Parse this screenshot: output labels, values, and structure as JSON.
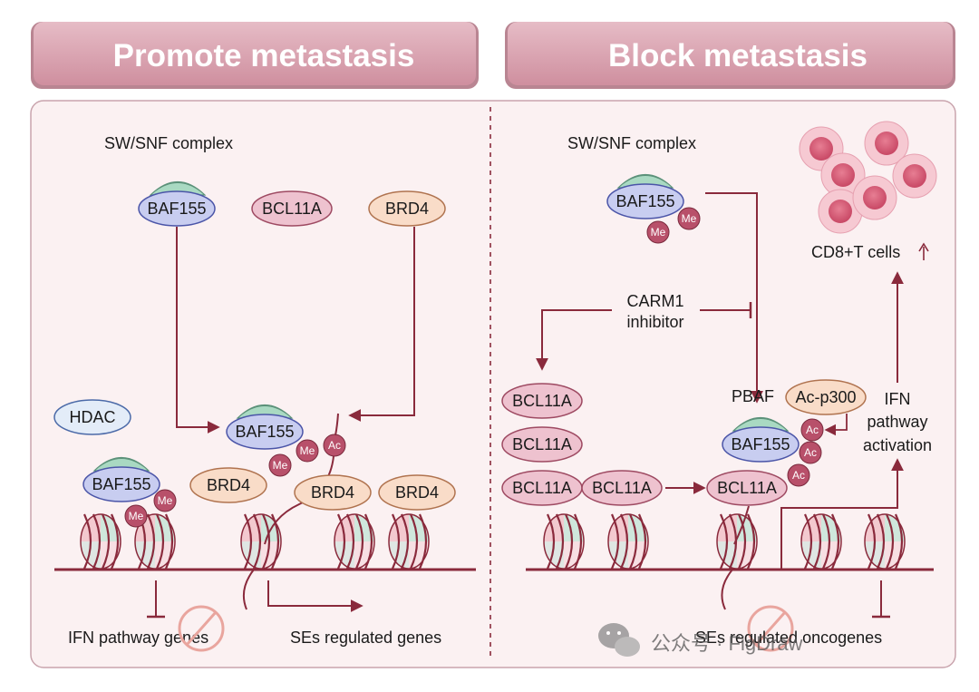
{
  "header": {
    "left_title": "Promote metastasis",
    "right_title": "Block metastasis"
  },
  "left_panel": {
    "complex_label": "SW/SNF complex",
    "baf155": "BAF155",
    "bcl11a": "BCL11A",
    "brd4": "BRD4",
    "hdac": "HDAC",
    "me": "Me",
    "ac": "Ac",
    "ifn_genes": "IFN pathway genes",
    "ses_genes": "SEs regulated genes"
  },
  "right_panel": {
    "complex_label": "SW/SNF complex",
    "baf155": "BAF155",
    "me": "Me",
    "carm1": "CARM1",
    "inhibitor": "inhibitor",
    "bcl11a": "BCL11A",
    "pbaf": "PBAF",
    "ac_p300": "Ac-p300",
    "ac": "Ac",
    "cd8": "CD8+T cells",
    "ifn_line1": "IFN",
    "ifn_line2": "pathway",
    "ifn_line3": "activation",
    "oncogenes": "SEs regulated oncogenes"
  },
  "watermark": {
    "text": "公众号 · FigDraw"
  },
  "colors": {
    "header_fill": "#d9a4b0",
    "panel_fill": "#fbf1f2",
    "arrow": "#8a2a3c",
    "baf155": "#c8cdf0",
    "bcl11a": "#eec2cf",
    "brd4": "#f9dcc8",
    "hdac": "#e3ecf8",
    "me": "#b8506a",
    "cd8_cell": "#dc6880"
  }
}
